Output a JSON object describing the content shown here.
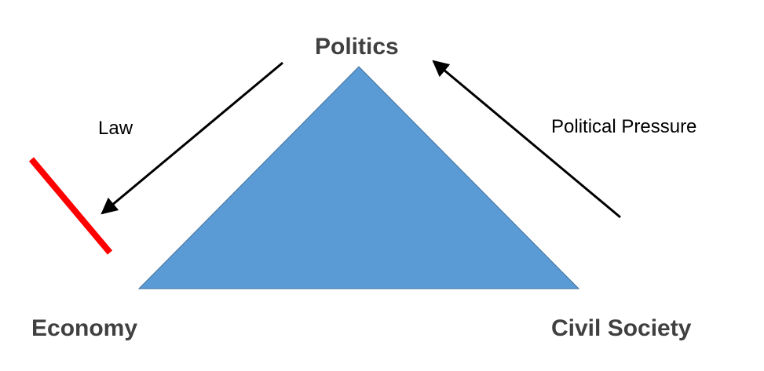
{
  "nodes": {
    "top": "Politics",
    "bottom_left": "Economy",
    "bottom_right": "Civil Society"
  },
  "edges": {
    "left": "Law",
    "right": "Political Pressure"
  },
  "colors": {
    "triangle_fill": "#5B9BD5",
    "triangle_stroke": "#41719C",
    "arrow": "#000000",
    "block_bar": "#FF0000",
    "node_text": "#404040"
  }
}
